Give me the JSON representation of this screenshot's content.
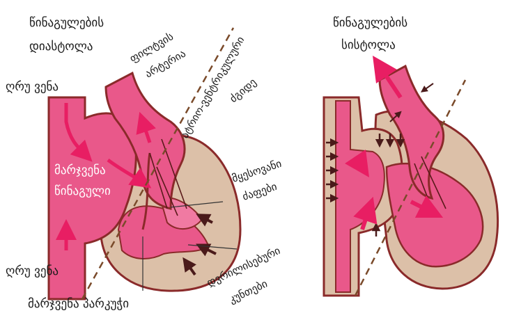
{
  "left_panel": {
    "title_line1": "წინაგულების",
    "title_line2": "დიასტოლა",
    "vein_top": "ღრუ ვენა",
    "vein_bottom": "ღრუ ვენა",
    "atrium_line1": "მარჯვენა",
    "atrium_line2": "წინაგული",
    "artery_line1": "ფილტვის",
    "artery_line2": "არტერია",
    "septum_line1": "ატრიო-ვენტრიკულური",
    "septum_line2": "ძგიდე",
    "muscles_line1": "მყესოვანი",
    "muscles_line2": "ძაფები",
    "ventricle": "მარჯვენა პარკუჭი",
    "valves_line1": "დვრილისებური",
    "valves_line2": "კუნთები"
  },
  "right_panel": {
    "title_line1": "წინაგულების",
    "title_line2": "სისტოლა"
  },
  "colors": {
    "wall": "#8a2a2a",
    "chamber_pink": "#e9588a",
    "pink_light": "#f07aa2",
    "tissue_beige": "#dcc0a8",
    "arrow_red": "#e81e63"
  }
}
